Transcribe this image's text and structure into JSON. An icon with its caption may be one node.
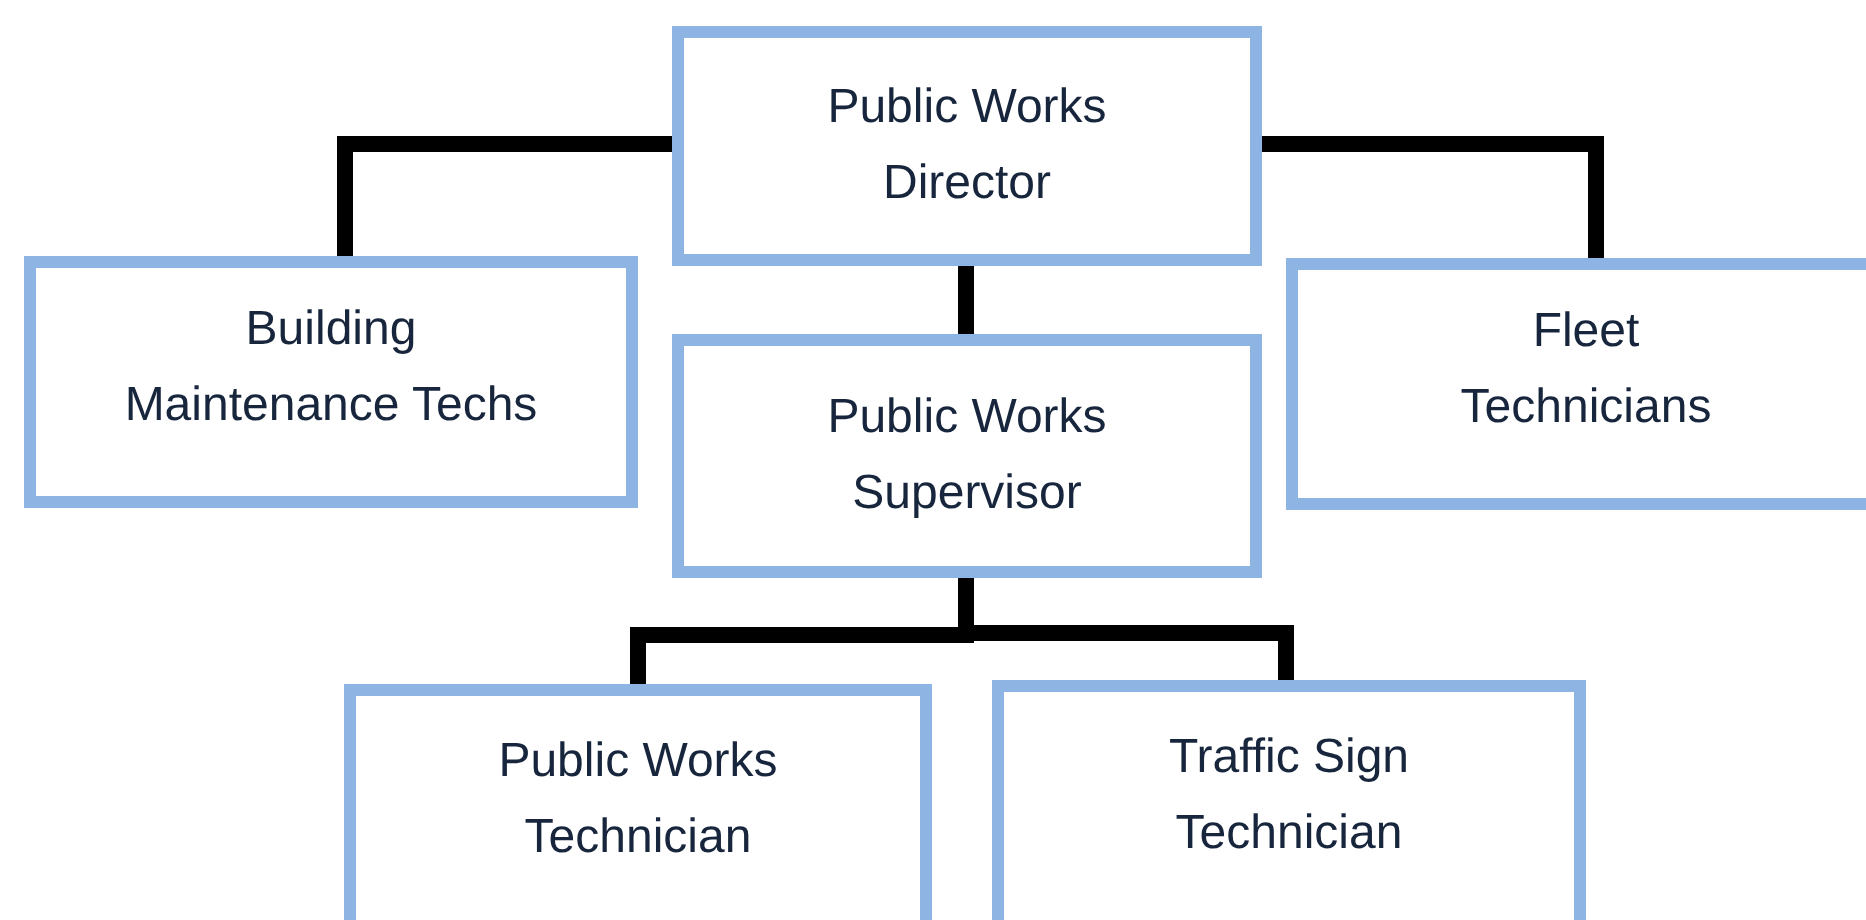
{
  "diagram": {
    "nodes": [
      {
        "text": [
          "Public Works Director"
        ]
      },
      {
        "text": [
          "Building Maintenance Techs"
        ]
      },
      {
        "text": [
          "Public Works Supervisor"
        ]
      },
      {
        "text": [
          "Fleet Technicians"
        ]
      },
      {
        "text": [
          "Public Works Technician"
        ]
      },
      {
        "text": [
          "Traffic Sign Technician"
        ]
      }
    ],
    "edges": [
      {
        "from": 0,
        "to": 1,
        "arrow": "none"
      },
      {
        "from": 0,
        "to": 3,
        "arrow": "none"
      },
      {
        "from": 0,
        "to": 2,
        "arrow": "none"
      },
      {
        "from": 2,
        "to": 4,
        "arrow": "none"
      },
      {
        "from": 2,
        "to": 5,
        "arrow": "none"
      }
    ]
  }
}
